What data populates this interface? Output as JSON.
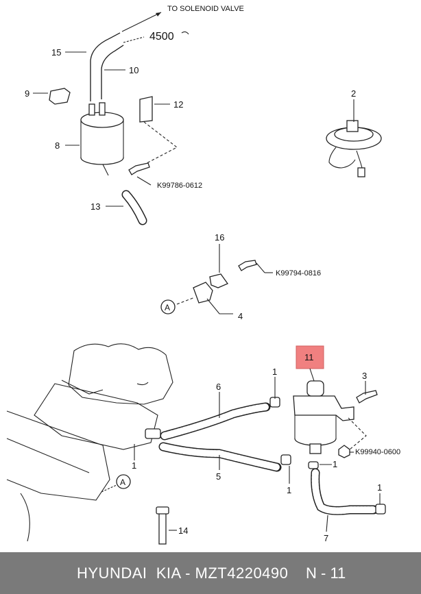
{
  "diagram": {
    "annotation_solenoid": "TO SOLENOID VALVE",
    "annotation_4500": "4500",
    "callouts": {
      "c1": "1",
      "c2": "2",
      "c3": "3",
      "c4": "4",
      "c5": "5",
      "c6": "6",
      "c7": "7",
      "c8": "8",
      "c9": "9",
      "c10": "10",
      "c11": "11",
      "c12": "12",
      "c13": "13",
      "c14": "14",
      "c15": "15",
      "c16": "16"
    },
    "codes": {
      "bolt_0612": "K99786-0612",
      "bolt_0816": "K99794-0816",
      "bolt_0600": "K99940-0600"
    },
    "ref_a": "A",
    "highlight_color": "#f08080"
  },
  "footer": {
    "title": "HYUNDAI  KIA - MZT4220490",
    "page": "N - 11"
  }
}
